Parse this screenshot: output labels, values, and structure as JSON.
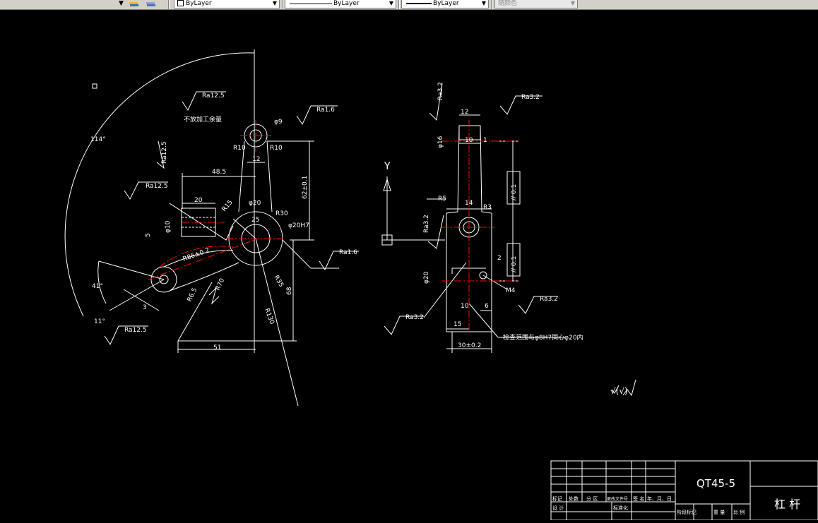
{
  "toolbar": {
    "layer_arrow": "▼",
    "color_combo": "ByLayer",
    "linetype_combo": "ByLayer",
    "lineweight_combo": "ByLayer",
    "plotstyle_combo": "随颜色"
  },
  "colors": {
    "background": "#000000",
    "lines": "#ffffff",
    "centerlines": "#ff0000",
    "toolbar": "#d4d0c8"
  },
  "drawing": {
    "front_view": {
      "angle_114": "114°",
      "angle_41": "41°",
      "angle_11": "11°",
      "ra12_5_top": "Ra12.5",
      "ra1_6_top": "Ra1.6",
      "note_allowance": "不放加工余量",
      "dia_phi9": "φ9",
      "r10_left": "R10",
      "r10_right": "R10",
      "ra12_5_vert": "Ra12.5",
      "dim_12": "12",
      "ra12_5_left": "Ra12.5",
      "dim_48_5": "48.5",
      "dim_20": "20",
      "dim_r15": "R15",
      "dim_phi20": "φ20",
      "dim_r30": "R30",
      "dim_25": "25",
      "dim_phi20h7": "φ20H7",
      "dim_phi10": "φ10",
      "dim_5": "5",
      "dim_62": "62±0.1",
      "ra1_6_right": "Ra1.6",
      "dim_r86": "R86±0.2",
      "dim_r35": "R35",
      "dim_r70": "R70",
      "dim_r65": "R6.5",
      "dim_68": "68",
      "dim_r130": "R130",
      "dim_3": "3",
      "ra12_5_bottom": "Ra12.5",
      "dim_51": "51"
    },
    "side_view": {
      "axis_y": "Y",
      "ra3_2_top": "Ra3.2",
      "ra3_2_vert": "Ra3.2",
      "dim_12_top": "12",
      "dim_10": "10",
      "dim_1": "1",
      "dim_16": "φ16",
      "tol_01_a": "// 0.1",
      "r5": "R5",
      "dim_14": "14",
      "dim_r3": "R3",
      "ra3_2_left": "Ra3.2",
      "tol_01_b": "// 0.1",
      "dim_2": "2",
      "dim_20": "φ20",
      "m4": "M4",
      "ra3_2_right": "Ra3.2",
      "ra3_2_bottom": "Ra3.2",
      "dim_10b": "10",
      "dim_6": "6",
      "dim_15": "15",
      "note_inspect": "检查范围与φ8H7同心φ20内",
      "dim_30": "30±0.2"
    },
    "roughness_mark": "√(√)"
  },
  "title_block": {
    "part_number": "QT45-5",
    "part_name": "杠 杆",
    "headers": [
      "标记",
      "处数",
      "分 区",
      "更改文件号",
      "签 名",
      "年、月、日"
    ],
    "row_design": [
      "设 计",
      "",
      "",
      "标准化"
    ],
    "bottom_labels": [
      "阶段标记",
      "重 量",
      "比 例"
    ]
  }
}
